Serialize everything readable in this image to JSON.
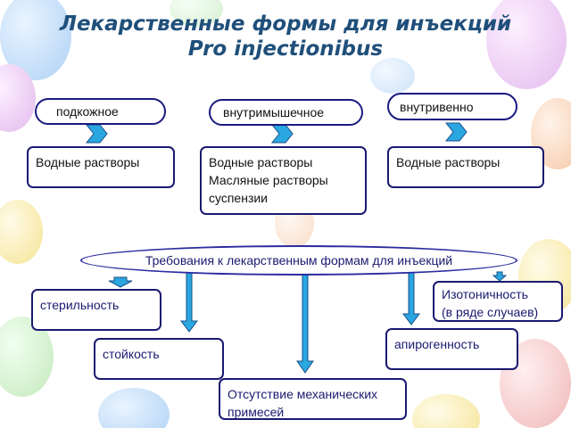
{
  "title": {
    "line1": "Лекарственные формы для инъекций",
    "line2": "Pro injectionibus"
  },
  "routes": [
    {
      "name": "подкожное",
      "forms": "Водные растворы"
    },
    {
      "name": "внутримышечное",
      "forms": "Водные растворы\nМасляные растворы\nсуспензии"
    },
    {
      "name": "внутривенно",
      "forms": "Водные растворы"
    }
  ],
  "requirements": {
    "header": "Требования  к лекарственным формам для инъекций",
    "items": [
      "стерильность",
      "стойкость",
      "Отсутствие механических\nпримесей",
      "апирогенность",
      "Изотоничность\n(в ряде случаев)"
    ]
  },
  "colors": {
    "title": "#1f4f7a",
    "border": "#1a1a80",
    "arrow_fill": "#2aa6e0",
    "arrow_stroke": "#1a4f8a"
  }
}
